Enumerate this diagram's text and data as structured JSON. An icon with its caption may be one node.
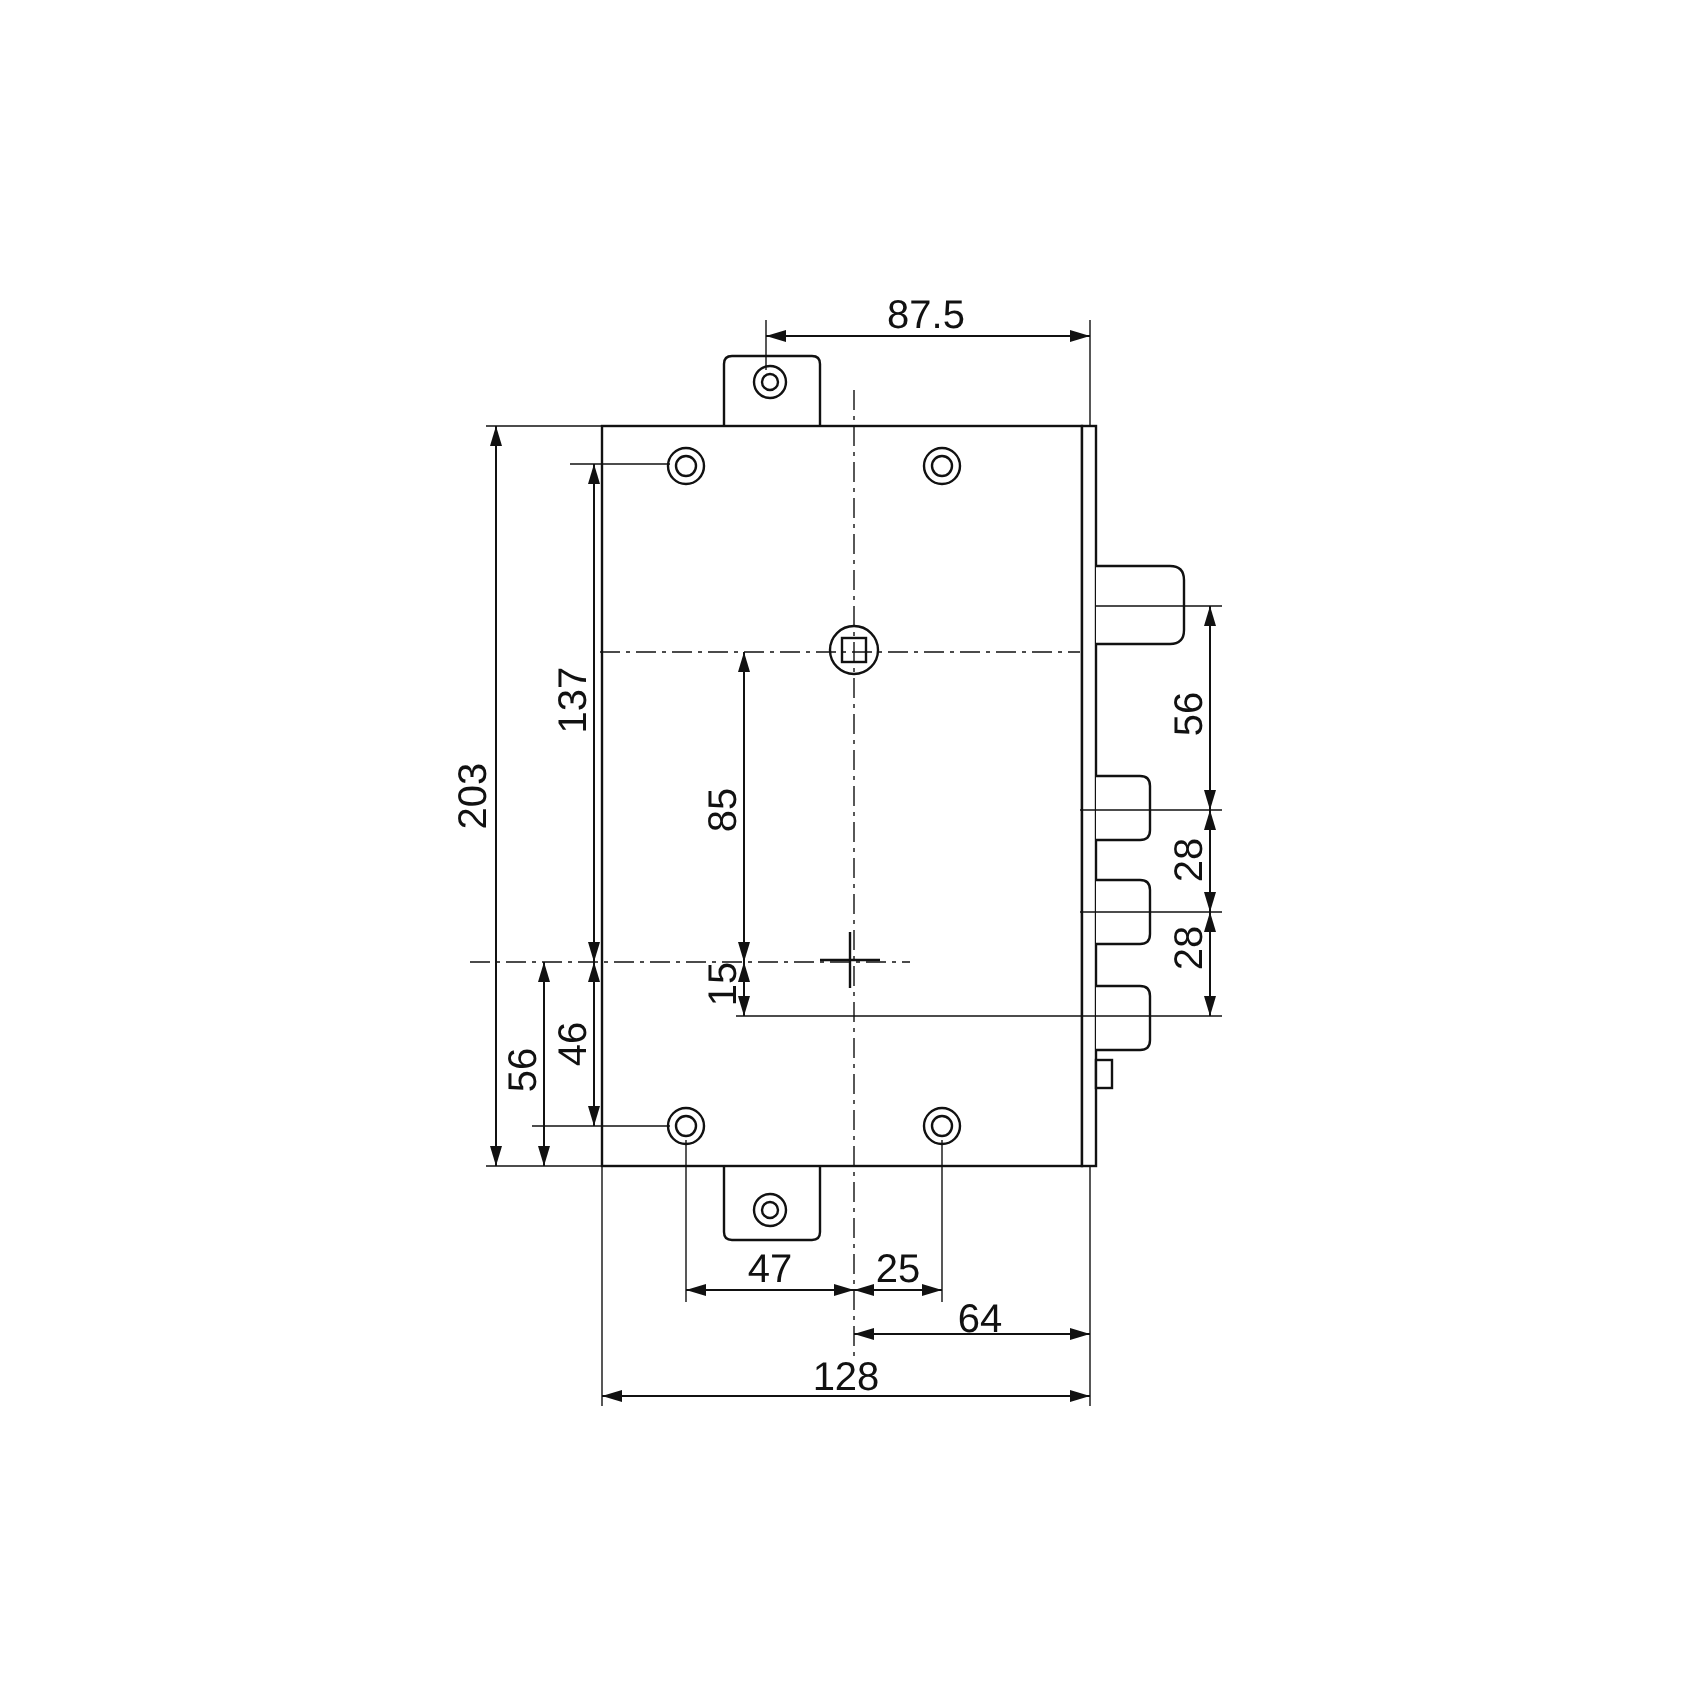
{
  "diagram": {
    "labels": [
      "87.5",
      "137",
      "56",
      "203",
      "85",
      "28",
      "28",
      "15",
      "56",
      "46",
      "47",
      "25",
      "64",
      "128"
    ]
  }
}
